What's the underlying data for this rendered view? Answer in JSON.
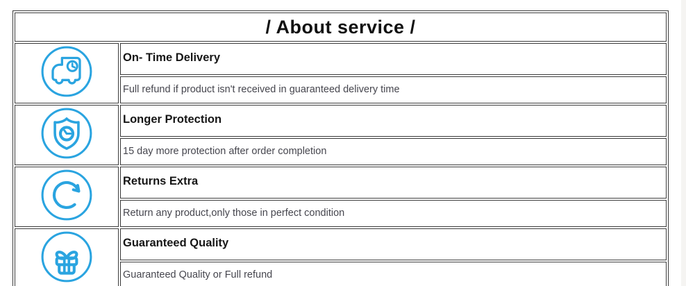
{
  "header": {
    "title": "/ About service /"
  },
  "colors": {
    "accent": "#2aa4e0",
    "border": "#3a3a3a",
    "header_text": "#111111",
    "title_text": "#161616",
    "desc_text": "#46464e"
  },
  "services": [
    {
      "icon": "truck-clock-icon",
      "title": "On- Time Delivery",
      "description": "Full refund if product isn't received in guaranteed delivery time"
    },
    {
      "icon": "shield-clock-icon",
      "title": "Longer Protection",
      "description": "15 day more protection after order completion"
    },
    {
      "icon": "refresh-arrow-icon",
      "title": "Returns Extra",
      "description": "Return any product,only those in perfect condition"
    },
    {
      "icon": "gift-icon",
      "title": "Guaranteed Quality",
      "description": "Guaranteed Quality or Full refund"
    }
  ]
}
